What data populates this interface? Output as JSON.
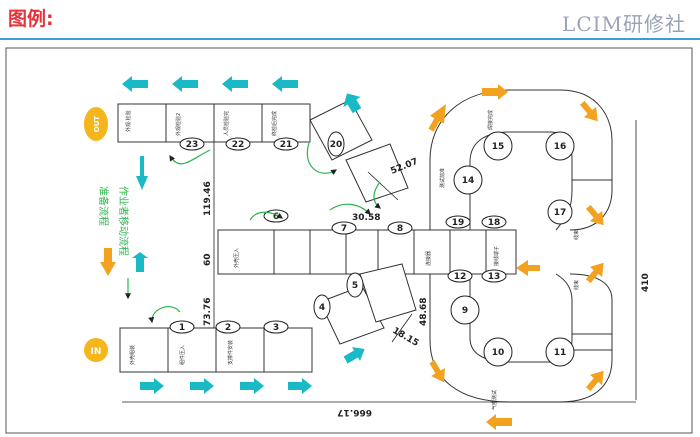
{
  "header": {
    "title": "图例:",
    "watermark": "LCIM研修社"
  },
  "legend": {
    "prep_flow": "准备流程",
    "worker_flow": "作业者移动流程"
  },
  "badges": {
    "in": "IN",
    "out": "OUT"
  },
  "dimensions": {
    "d_119": "119.46",
    "d_60": "60",
    "d_73": "73.76",
    "d_5207": "52.07",
    "d_3058": "30.58",
    "d_4868": "48.68",
    "d_1815": "18.15",
    "d_410": "410",
    "d_bottom": "666.17"
  },
  "stations": {
    "s1": "1",
    "s2": "2",
    "s3": "3",
    "s4": "4",
    "s5": "5",
    "s6": "6",
    "s7": "7",
    "s8": "8",
    "s9": "9",
    "s10": "10",
    "s11": "11",
    "s12": "12",
    "s13": "13",
    "s14": "14",
    "s15": "15",
    "s16": "16",
    "s17": "17",
    "s18": "18",
    "s19": "19",
    "s20": "20",
    "s21": "21",
    "s22": "22",
    "s23": "23"
  },
  "bench_labels": {
    "b_top_out": "外观·检验",
    "b_top_2": "外观检验2",
    "b_top_3": "人员检验完",
    "b_top_4": "终检后完成",
    "b_in_1": "外壳组装",
    "b_in_2": "组件压入",
    "b_in_3": "支撑件安装",
    "b_mid_6": "外壳压入",
    "b_right_1": "连接器",
    "b_right_2": "接线端子",
    "b_loop_1": "焊接完成",
    "b_loop_2": "测试前准",
    "b_loop_3": "气密测试",
    "b_side_1": "线束",
    "b_side_2": "线束"
  },
  "colors": {
    "teal": "#19b9c6",
    "orange": "#f2a21e",
    "green": "#2db34a",
    "title_red": "#e8313a",
    "rule_blue": "#3a9de0",
    "badge": "#f5b51c"
  }
}
